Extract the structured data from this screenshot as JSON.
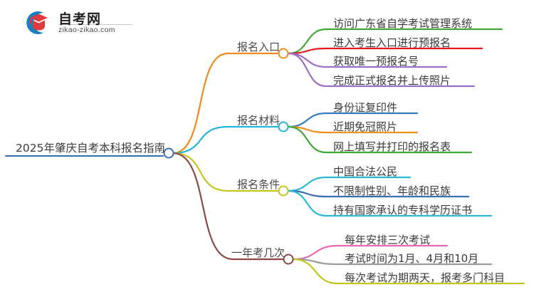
{
  "logo": {
    "name_cn": "自考网",
    "url": "zikao-zikao.com",
    "mark_icon": "graduation-cap-logo-icon",
    "blue": "#1a7fc1",
    "red": "#e03a3e"
  },
  "mindmap": {
    "type": "mindmap",
    "root": {
      "label": "2025年肇庆自考本科报名指南",
      "line_color": "#3a6fb0",
      "node_color": "#3a6fb0"
    },
    "branches": [
      {
        "label": "报名入口",
        "line_color": "#f08c1e",
        "node_color": "#f08c1e",
        "children": [
          {
            "label": "访问广东省自学考试管理系统",
            "line_color": "#3faa35"
          },
          {
            "label": "进入考生入口进行预报名",
            "line_color": "#e01b22"
          },
          {
            "label": "获取唯一预报名号",
            "line_color": "#9b6fc4"
          },
          {
            "label": "完成正式报名并上传照片",
            "line_color": "#9b6fc4"
          }
        ]
      },
      {
        "label": "报名材料",
        "line_color": "#22b6d6",
        "node_color": "#22b6d6",
        "children": [
          {
            "label": "身份证复印件",
            "line_color": "#2e7dc0"
          },
          {
            "label": "近期免冠照片",
            "line_color": "#f2901d"
          },
          {
            "label": "网上填写并打印的报名表",
            "line_color": "#3faa35"
          }
        ]
      },
      {
        "label": "报名条件",
        "line_color": "#c3c61e",
        "node_color": "#c3c61e",
        "children": [
          {
            "label": "中国合法公民",
            "line_color": "#2bb8d8"
          },
          {
            "label": "不限制性别、年龄和民族",
            "line_color": "#3a6fb0"
          },
          {
            "label": "持有国家承认的专科学历证书",
            "line_color": "#2bb8d8"
          }
        ]
      },
      {
        "label": "一年考几次",
        "line_color": "#8b4a48",
        "node_color": "#8b4a48",
        "children": [
          {
            "label": "每年安排三次考试",
            "line_color": "#e866b4"
          },
          {
            "label": "考试时间为1月、4月和10月",
            "line_color": "#9a9a9a"
          },
          {
            "label": "每次考试为期两天，报考多门科目",
            "line_color": "#c3c61e"
          }
        ]
      }
    ]
  }
}
